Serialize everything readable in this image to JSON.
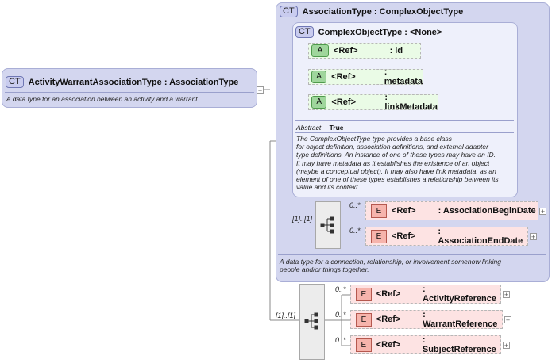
{
  "root": {
    "badge": "CT",
    "name": "ActivityWarrantAssociationType : AssociationType",
    "documentation": "A data type for an association between an activity and a warrant."
  },
  "association_type": {
    "badge": "CT",
    "name": "AssociationType : ComplexObjectType",
    "documentation_lines": [
      "A data type for a connection, relationship, or involvement somehow linking",
      "people and/or things together."
    ],
    "sequence_multiplicity": "[1]..[1]",
    "elements": [
      {
        "badge": "E",
        "ref": "<Ref>",
        "name": ": AssociationBeginDate",
        "multiplicity": "0..*"
      },
      {
        "badge": "E",
        "ref": "<Ref>",
        "name": ": AssociationEndDate",
        "multiplicity": "0..*"
      }
    ]
  },
  "complex_object_type": {
    "badge": "CT",
    "name": "ComplexObjectType : <None>",
    "attributes": [
      {
        "badge": "A",
        "ref": "<Ref>",
        "name": ": id"
      },
      {
        "badge": "A",
        "ref": "<Ref>",
        "name": ": metadata"
      },
      {
        "badge": "A",
        "ref": "<Ref>",
        "name": ": linkMetadata"
      }
    ],
    "abstract_label": "Abstract",
    "abstract_value": "True",
    "documentation_lines": [
      "The ComplexObjectType type provides a base class",
      "for object definition, association definitions, and external adapter",
      "type definitions. An instance of one of these types may have an ID.",
      "It may have metadata as it establishes the existence of an object",
      "(maybe a conceptual object). It may also have link metadata, as an",
      "element of one of these types establishes a relationship between its",
      "value and its context."
    ]
  },
  "derived_sequence": {
    "multiplicity": "[1]..[1]",
    "elements": [
      {
        "badge": "E",
        "ref": "<Ref>",
        "name": ": ActivityReference",
        "multiplicity": "0..*"
      },
      {
        "badge": "E",
        "ref": "<Ref>",
        "name": ": WarrantReference",
        "multiplicity": "0..*"
      },
      {
        "badge": "E",
        "ref": "<Ref>",
        "name": ": SubjectReference",
        "multiplicity": "0..*"
      }
    ]
  },
  "icons": {
    "expand": "+",
    "collapse": "−",
    "sequence": "sequence-icon"
  },
  "colors": {
    "complex_type_fill": "#d3d6ef",
    "attribute_fill": "#eafbe6",
    "element_fill": "#fde3e3"
  }
}
